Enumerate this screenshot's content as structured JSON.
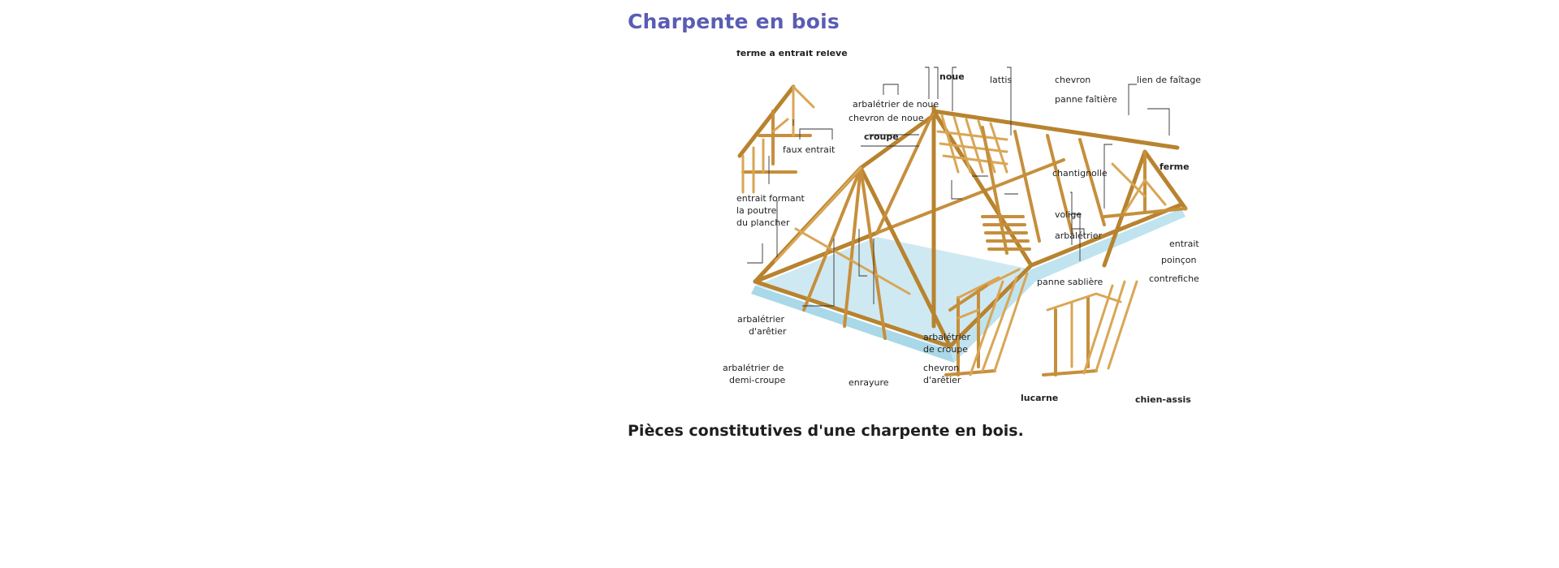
{
  "page": {
    "title": "Charpente en bois",
    "caption": "Pièces constitutives d'une charpente en bois."
  },
  "diagram": {
    "labels": {
      "ferme_entrait_releve": "ferme à entrait relevé",
      "faux_entrait": "faux entrait",
      "entrait_poutre_1": "entrait formant",
      "entrait_poutre_2": "la poutre",
      "entrait_poutre_3": "du plancher",
      "noue": "noue",
      "arbaletrier_noue": "arbalétrier de noue",
      "chevron_noue": "chevron de noue",
      "croupe": "croupe",
      "lattis": "lattis",
      "chevron": "chevron",
      "panne_faitiere": "panne faîtière",
      "lien_faitage": "lien de faîtage",
      "ferme": "ferme",
      "chantignolle": "chantignolle",
      "volige": "volige",
      "arbaletrier": "arbalétrier",
      "entrait": "entrait",
      "poincon": "poinçon",
      "contrefiche": "contrefiche",
      "panne_sabliere": "panne sablière",
      "arbaletrier_aretier_1": "arbalétrier",
      "arbaletrier_aretier_2": "d'arêtier",
      "arbaletrier_croupe_1": "arbalétrier",
      "arbaletrier_croupe_2": "de croupe",
      "arbaletrier_demi_1": "arbalétrier de",
      "arbaletrier_demi_2": "demi-croupe",
      "enrayure": "enrayure",
      "chevron_aretier_1": "chevron",
      "chevron_aretier_2": "d'arêtier",
      "lucarne": "lucarne",
      "chien_assis": "chien-assis"
    }
  },
  "colors": {
    "title": "#5a5db3",
    "wood": "#c68f3c",
    "wood_light": "#d9a655",
    "plinth": "#bfe3ef",
    "leader": "#333333"
  }
}
